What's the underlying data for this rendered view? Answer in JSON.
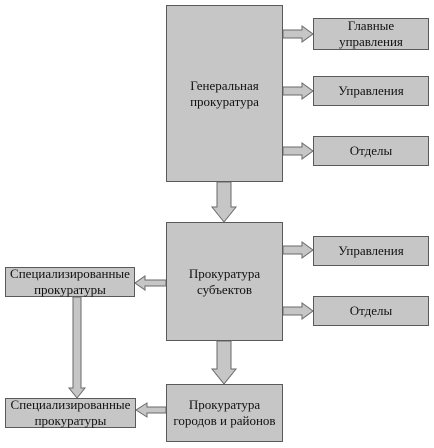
{
  "diagram": {
    "general_prosecutor": "Генеральная\nпрокуратура",
    "main_departments": "Главные\nуправления",
    "departments_1": "Управления",
    "divisions_1": "Отделы",
    "subject_prosecutor": "Прокуратура\nсубъектов",
    "departments_2": "Управления",
    "divisions_2": "Отделы",
    "specialized_1": "Специализированные\nпрокуратуры",
    "specialized_2": "Специализированные\nпрокуратуры",
    "city_district_prosecutor": "Прокуратура\nгородов и районов"
  }
}
